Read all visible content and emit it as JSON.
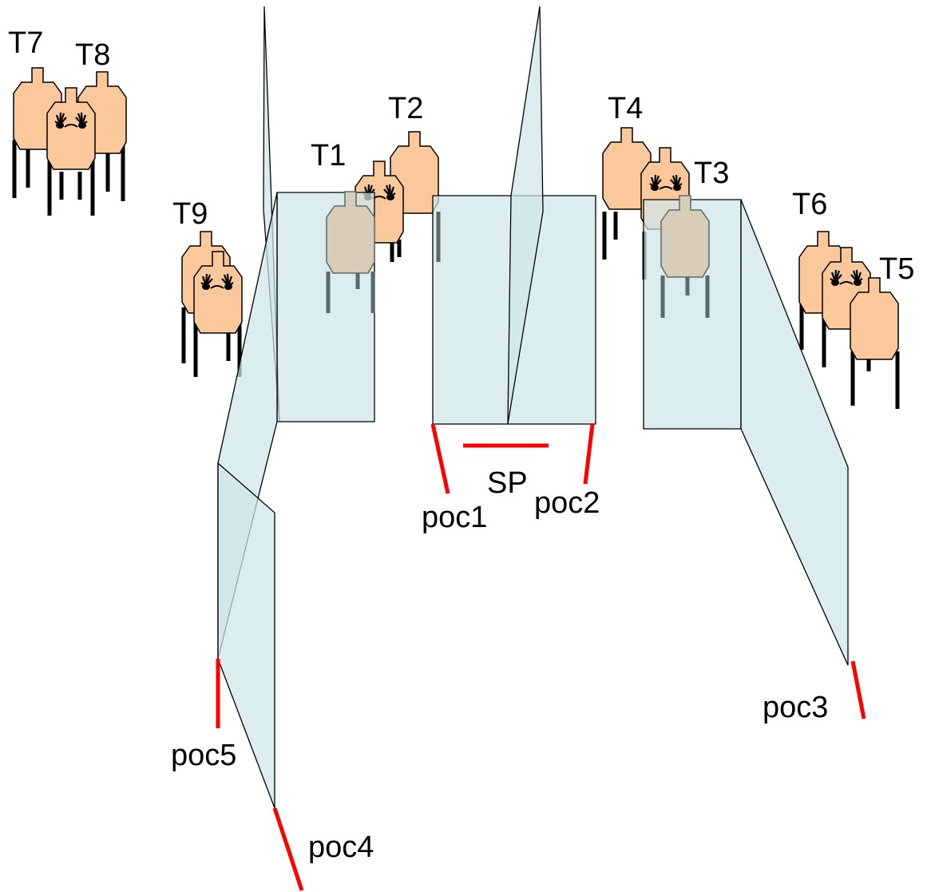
{
  "colors": {
    "wall_fill": "#cfe6ea",
    "wall_stroke": "#000000",
    "target_fill": "#fbc89c",
    "target_stroke": "#000000",
    "target_occluded_fill": "#d8cdb8",
    "target_occluded_stroke": "#5a6a6a",
    "leg": "#000000",
    "marker": "#ff0000"
  },
  "targets": [
    {
      "id": "T1",
      "label": "T1"
    },
    {
      "id": "T2",
      "label": "T2"
    },
    {
      "id": "T3",
      "label": "T3"
    },
    {
      "id": "T4",
      "label": "T4"
    },
    {
      "id": "T5",
      "label": "T5"
    },
    {
      "id": "T6",
      "label": "T6"
    },
    {
      "id": "T7",
      "label": "T7"
    },
    {
      "id": "T8",
      "label": "T8"
    },
    {
      "id": "T9",
      "label": "T9"
    }
  ],
  "positions": {
    "sp": "SP",
    "poc1": "poc1",
    "poc2": "poc2",
    "poc3": "poc3",
    "poc4": "poc4",
    "poc5": "poc5"
  }
}
